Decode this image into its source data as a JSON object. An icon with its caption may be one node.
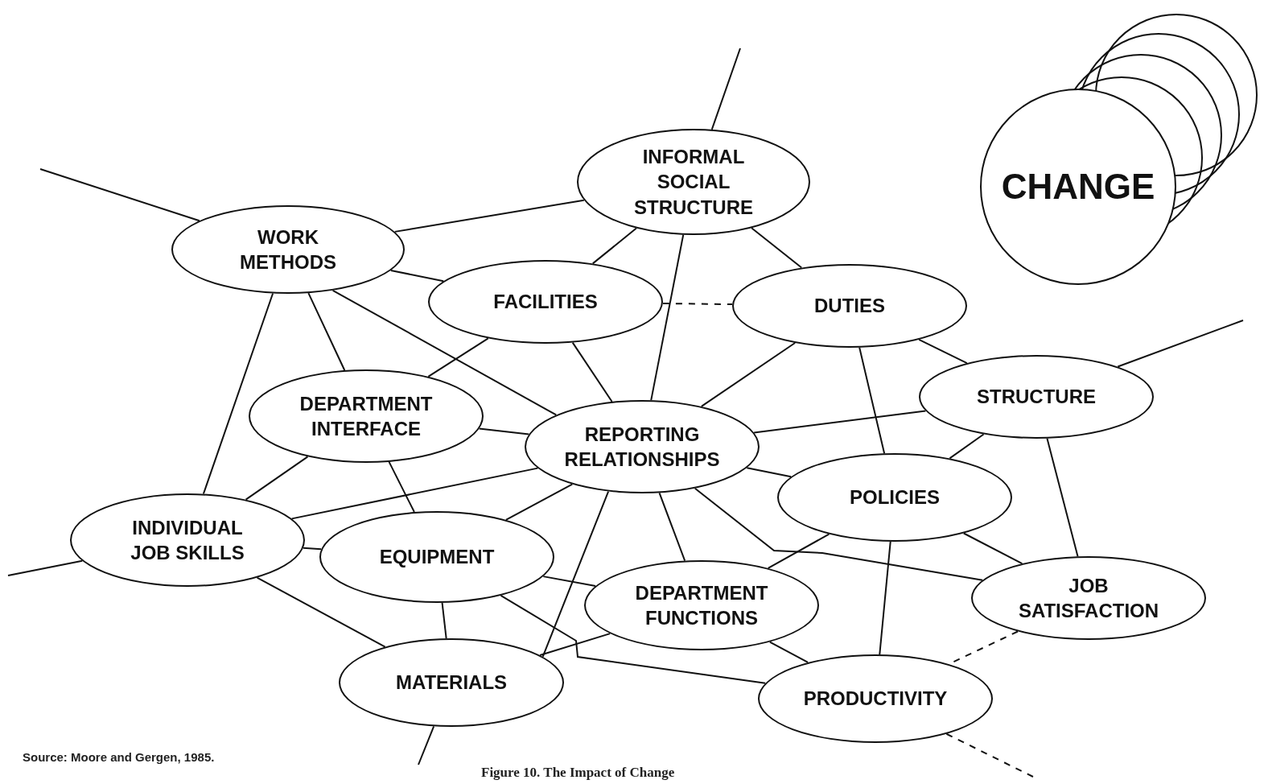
{
  "diagram": {
    "caption": "Figure 10. The Impact of Change",
    "nodes": [
      {
        "text": [
          "INFORMAL SOCIAL STRUCTURE"
        ]
      },
      {
        "text": [
          "WORK METHODS"
        ]
      },
      {
        "text": [
          "FACILITIES"
        ]
      },
      {
        "text": [
          "DUTIES"
        ]
      },
      {
        "text": [
          "CHANGE"
        ]
      },
      {
        "text": [
          "DEPARTMENT INTERFACE"
        ]
      },
      {
        "text": [
          "STRUCTURE"
        ]
      },
      {
        "text": [
          "REPORTING RELATIONSHIPS"
        ]
      },
      {
        "text": [
          "POLICIES"
        ]
      },
      {
        "text": [
          "INDIVIDUAL JOB SKILLS"
        ]
      },
      {
        "text": [
          "EQUIPMENT"
        ]
      },
      {
        "text": [
          "JOB SATISFACTION"
        ]
      },
      {
        "text": [
          "DEPARTMENT FUNCTIONS"
        ]
      },
      {
        "text": [
          "MATERIALS"
        ]
      },
      {
        "text": [
          "PRODUCTIVITY"
        ]
      }
    ],
    "edges": [
      {
        "from": null,
        "to": 1,
        "arrow": "none"
      },
      {
        "from": null,
        "to": 0,
        "arrow": "none"
      },
      {
        "from": 1,
        "to": 0,
        "arrow": "none"
      },
      {
        "from": 0,
        "to": 2,
        "arrow": "none"
      },
      {
        "from": 0,
        "to": 7,
        "arrow": "none"
      },
      {
        "from": 0,
        "to": 3,
        "arrow": "none"
      },
      {
        "from": 1,
        "to": 2,
        "arrow": "none"
      },
      {
        "from": 1,
        "to": 5,
        "arrow": "none"
      },
      {
        "from": 1,
        "to": 7,
        "arrow": "none"
      },
      {
        "from": 1,
        "to": 9,
        "arrow": "none"
      },
      {
        "from": 2,
        "to": 5,
        "arrow": "none"
      },
      {
        "from": 2,
        "to": 7,
        "arrow": "none"
      },
      {
        "from": 2,
        "to": 3,
        "arrow": "none",
        "style": "dashed"
      },
      {
        "from": 3,
        "to": 7,
        "arrow": "none"
      },
      {
        "from": 3,
        "to": 8,
        "arrow": "none"
      },
      {
        "from": 3,
        "to": 6,
        "arrow": "none"
      },
      {
        "from": null,
        "to": 6,
        "arrow": "none"
      },
      {
        "from": 6,
        "to": 7,
        "arrow": "none"
      },
      {
        "from": 6,
        "to": 8,
        "arrow": "none"
      },
      {
        "from": 6,
        "to": 11,
        "arrow": "none"
      },
      {
        "from": 5,
        "to": 7,
        "arrow": "none"
      },
      {
        "from": 5,
        "to": 9,
        "arrow": "none"
      },
      {
        "from": 5,
        "to": 10,
        "arrow": "none"
      },
      {
        "from": 7,
        "to": 9,
        "arrow": "none"
      },
      {
        "from": 7,
        "to": 8,
        "arrow": "none"
      },
      {
        "from": 7,
        "to": 10,
        "arrow": "none"
      },
      {
        "from": 7,
        "to": 13,
        "arrow": "none"
      },
      {
        "from": 7,
        "to": 12,
        "arrow": "none"
      },
      {
        "from": 7,
        "to": 11,
        "arrow": "none"
      },
      {
        "from": 8,
        "to": 12,
        "arrow": "none"
      },
      {
        "from": 8,
        "to": 14,
        "arrow": "none"
      },
      {
        "from": 8,
        "to": 11,
        "arrow": "none"
      },
      {
        "from": 9,
        "to": 10,
        "arrow": "none"
      },
      {
        "from": 9,
        "to": 13,
        "arrow": "none"
      },
      {
        "from": null,
        "to": 9,
        "arrow": "none"
      },
      {
        "from": 10,
        "to": 12,
        "arrow": "none"
      },
      {
        "from": 10,
        "to": 13,
        "arrow": "none"
      },
      {
        "from": 10,
        "to": 14,
        "arrow": "none"
      },
      {
        "from": 12,
        "to": 13,
        "arrow": "none"
      },
      {
        "from": 12,
        "to": 14,
        "arrow": "none"
      },
      {
        "from": 11,
        "to": 14,
        "arrow": "none",
        "style": "dashed"
      },
      {
        "from": 13,
        "to": null,
        "arrow": "none"
      },
      {
        "from": 14,
        "to": null,
        "arrow": "none",
        "style": "dashed"
      }
    ],
    "labels": [
      "Source: Moore and Gergen, 1985."
    ]
  }
}
